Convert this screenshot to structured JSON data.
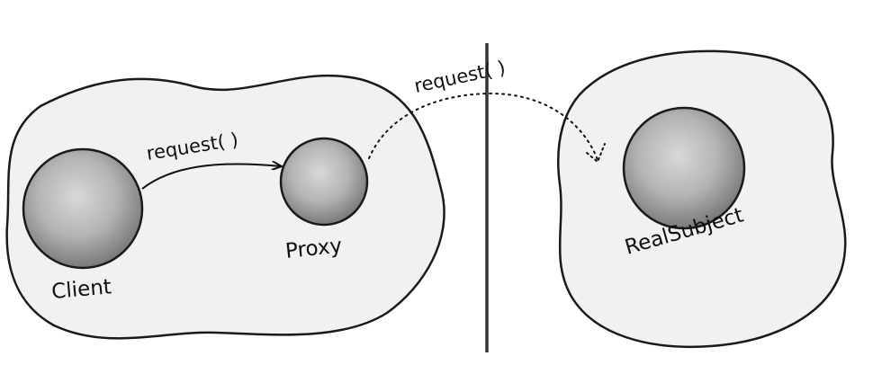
{
  "labels": {
    "client": "Client",
    "proxy": "Proxy",
    "real_subject": "RealSubject",
    "request_local": "request( )",
    "request_remote": "request( )"
  },
  "colors": {
    "blob_fill": "#f1f1f1",
    "blob_stroke": "#1a1a1a",
    "sphere_light": "#d9d9d9",
    "sphere_dark": "#7a7a7a",
    "divider": "#333333"
  }
}
